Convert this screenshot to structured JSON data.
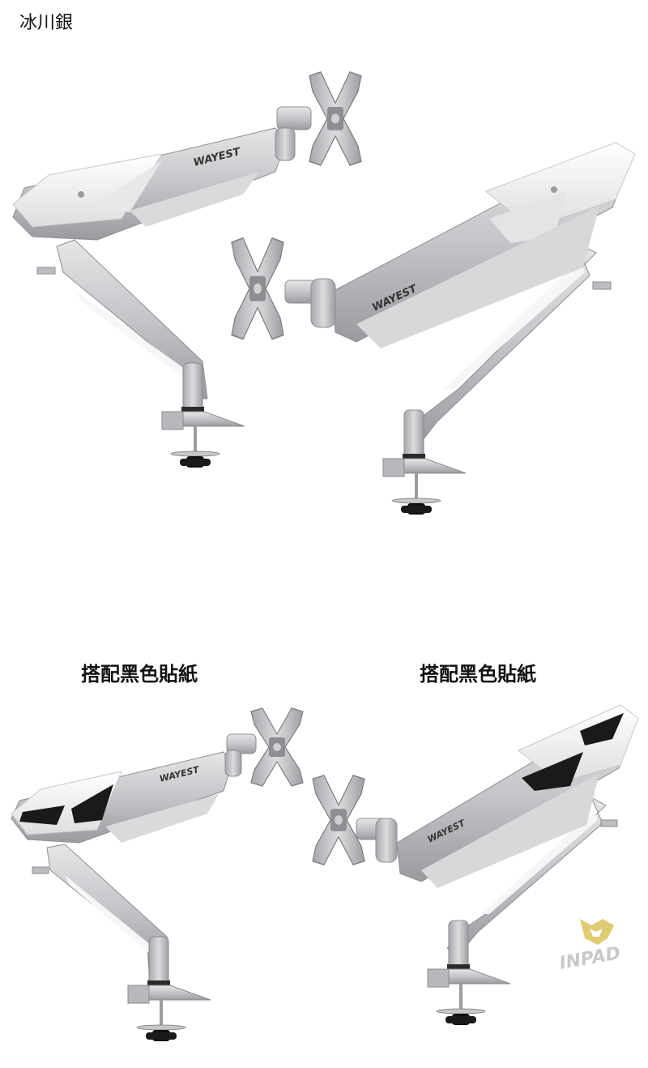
{
  "header": {
    "color_name": "冰川銀"
  },
  "captions": {
    "left": "搭配黑色貼紙",
    "right": "搭配黑色貼紙"
  },
  "product": {
    "brand": "WAYEST"
  },
  "watermark": {
    "text": "INPAD"
  },
  "colors": {
    "silver": "#c9c9cc",
    "silver_dark": "#9ea0a4",
    "white_panel": "#f4f4f4",
    "sticker": "#1a1a1a",
    "knob": "#111111",
    "watermark_gold": "#d9c25a"
  }
}
